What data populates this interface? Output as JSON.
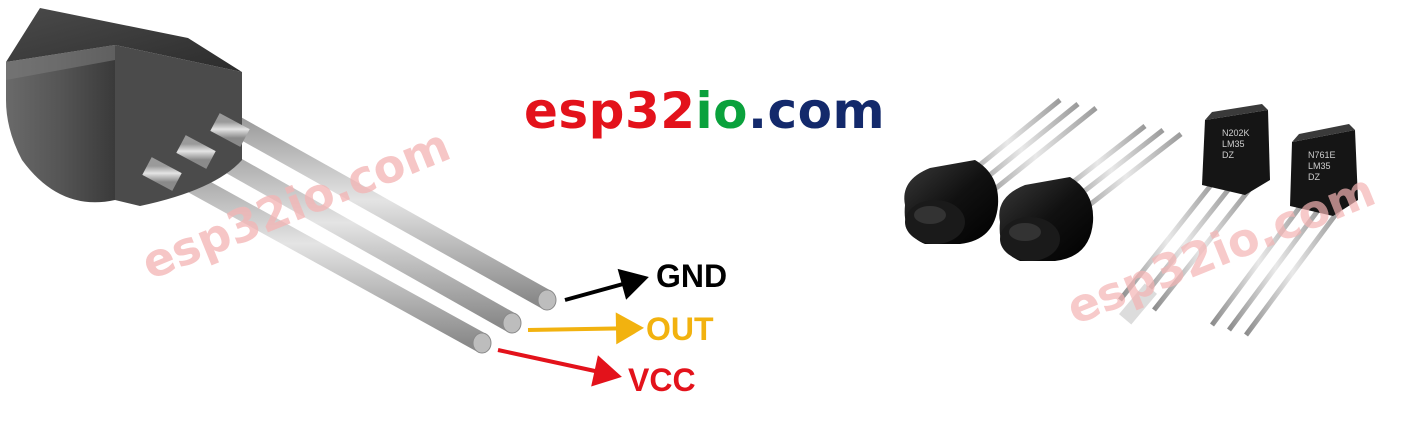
{
  "brand": {
    "parts": [
      {
        "text": "esp32",
        "color": "#e3121b"
      },
      {
        "text": "io",
        "color": "#0aa13c"
      },
      {
        "text": ".com",
        "color": "#13296b"
      }
    ]
  },
  "watermark": {
    "text": "esp32io.com",
    "color": "#f4b4b4"
  },
  "pins": [
    {
      "label": "GND",
      "color": "#000000"
    },
    {
      "label": "OUT",
      "color": "#f2b20f"
    },
    {
      "label": "VCC",
      "color": "#e3121b"
    }
  ],
  "photo": {
    "chip_markings": [
      {
        "line1": "N202K",
        "line2": "LM35",
        "line3": "DZ"
      },
      {
        "line1": "N761E",
        "line2": "LM35",
        "line3": "DZ"
      }
    ]
  }
}
